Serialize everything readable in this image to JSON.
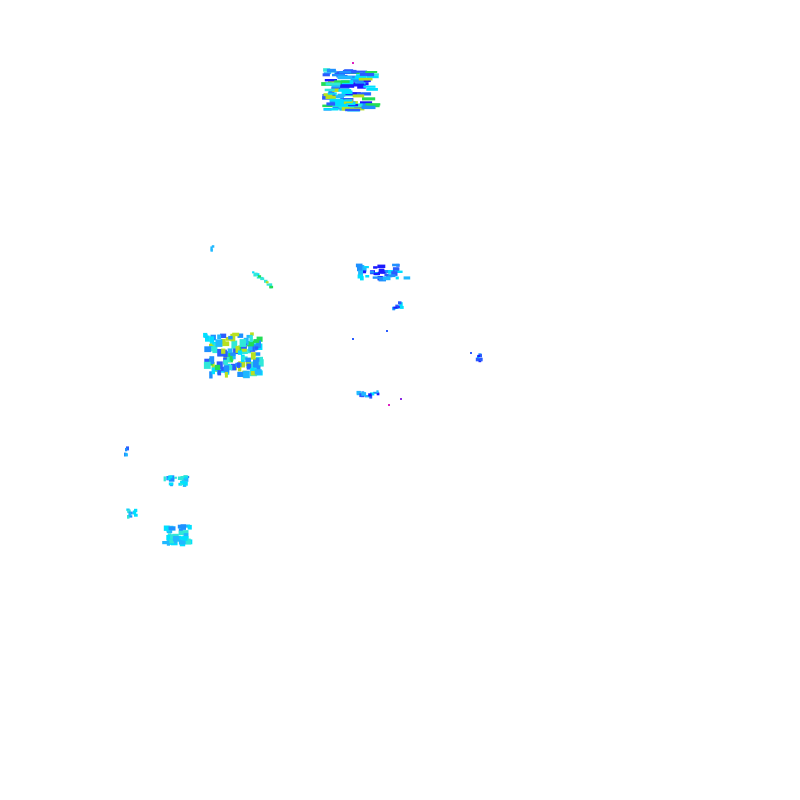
{
  "palette": {
    "background": "#ffffff",
    "dark_blue": "#1a1aff",
    "blue": "#2a5cff",
    "mid_blue": "#1e90ff",
    "light_blue": "#20b8ff",
    "cyan": "#00e0ff",
    "aqua": "#30e8d8",
    "green": "#22dd55",
    "yellow_green": "#b8e020",
    "magenta": "#e020c0",
    "purple": "#8a2be2"
  },
  "echo_cells": [
    {
      "name": "echo-cell-north",
      "tone": "mixed-high"
    },
    {
      "name": "echo-cell-west-large",
      "tone": "mixed-mid"
    },
    {
      "name": "echo-cell-center-north",
      "tone": "blue"
    },
    {
      "name": "echo-cell-center-small",
      "tone": "blue"
    },
    {
      "name": "echo-cell-east",
      "tone": "blue"
    },
    {
      "name": "echo-cell-center-south",
      "tone": "blue"
    },
    {
      "name": "echo-cell-southwest-1",
      "tone": "cyan"
    },
    {
      "name": "echo-cell-southwest-2",
      "tone": "cyan"
    },
    {
      "name": "echo-cell-southwest-3",
      "tone": "cyan"
    },
    {
      "name": "echo-cell-streak-nw",
      "tone": "green"
    },
    {
      "name": "echo-cell-dot-nw",
      "tone": "blue"
    },
    {
      "name": "echo-cell-far-west",
      "tone": "blue"
    }
  ]
}
